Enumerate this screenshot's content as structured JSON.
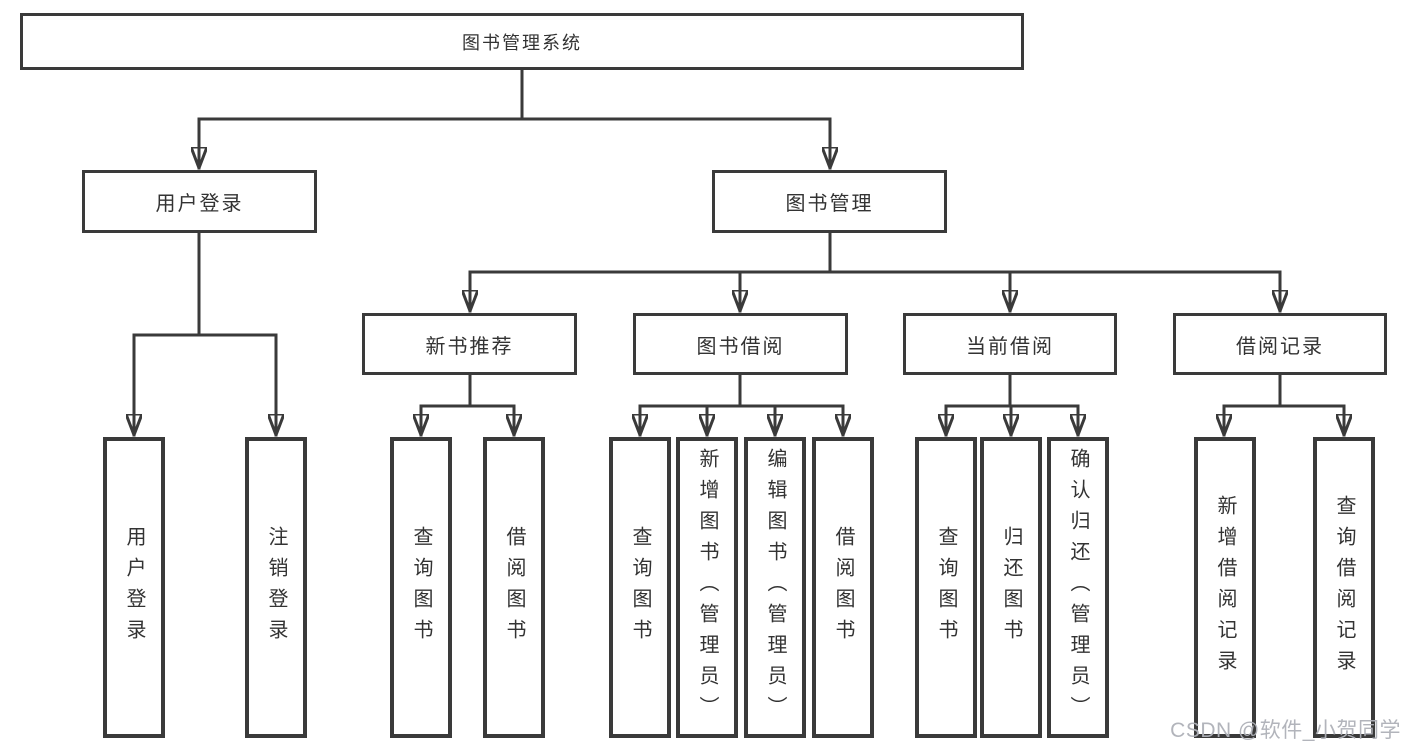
{
  "tree": {
    "label": "图书管理系统",
    "children": [
      {
        "label": "用户登录",
        "children": [
          {
            "label": "用户登录"
          },
          {
            "label": "注销登录"
          }
        ]
      },
      {
        "label": "图书管理",
        "children": [
          {
            "label": "新书推荐",
            "children": [
              {
                "label": "查询图书"
              },
              {
                "label": "借阅图书"
              }
            ]
          },
          {
            "label": "图书借阅",
            "children": [
              {
                "label": "查询图书"
              },
              {
                "label": "新增图书（管理员）"
              },
              {
                "label": "编辑图书（管理员）"
              },
              {
                "label": "借阅图书"
              }
            ]
          },
          {
            "label": "当前借阅",
            "children": [
              {
                "label": "查询图书"
              },
              {
                "label": "归还图书"
              },
              {
                "label": "确认归还（管理员）"
              }
            ]
          },
          {
            "label": "借阅记录",
            "children": [
              {
                "label": "新增借阅记录"
              },
              {
                "label": "查询借阅记录"
              }
            ]
          }
        ]
      }
    ]
  },
  "watermark": {
    "text": "CSDN @软件_小贺同学"
  },
  "colors": {
    "line": "#3a3a3a",
    "box_border": "#3a3a3a",
    "text": "#333333",
    "watermark": "#aeb1b8",
    "background": "#ffffff"
  }
}
